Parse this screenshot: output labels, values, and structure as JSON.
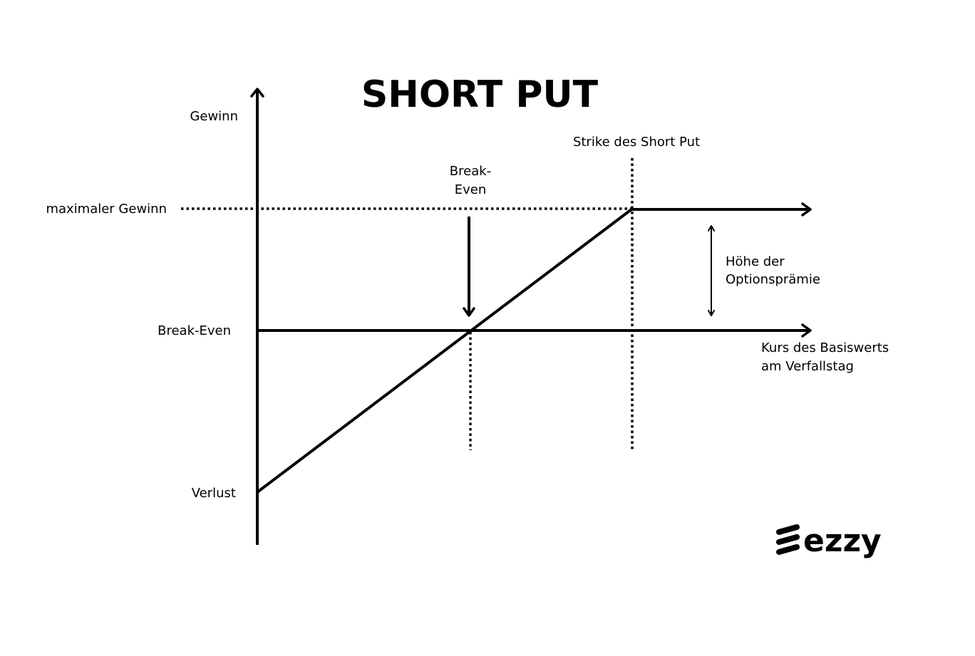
{
  "title": "SHORT PUT",
  "labels": {
    "y_top": "Gewinn",
    "y_bottom": "Verlust",
    "max_profit": "maximaler Gewinn",
    "break_even_left": "Break-Even",
    "break_even_top_line1": "Break-",
    "break_even_top_line2": "Even",
    "strike": "Strike des Short Put",
    "premium_line1": "Höhe der",
    "premium_line2": "Optionsprämie",
    "x_axis_line1": "Kurs des Basiswerts",
    "x_axis_line2": "am Verfallstag"
  },
  "logo": {
    "text": "ezzy",
    "icon": "ezzy-stripes-icon"
  },
  "colors": {
    "ink": "#000000",
    "background": "#ffffff"
  }
}
